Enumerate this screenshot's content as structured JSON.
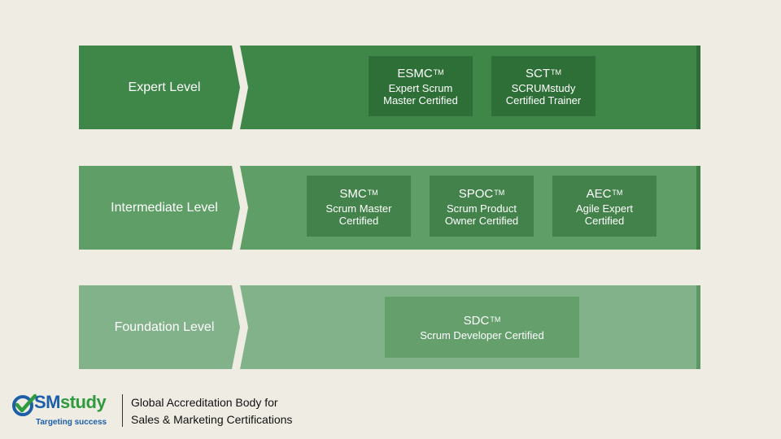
{
  "colors": {
    "background": "#efece3",
    "expert": "#3f8748",
    "intermediate": "#5f9e66",
    "foundation": "#82b28a"
  },
  "levels": [
    {
      "label": "Expert Level",
      "certifications": [
        {
          "code": "ESMC",
          "tm": "TM",
          "desc1": "Expert Scrum",
          "desc2": "Master Certified"
        },
        {
          "code": "SCT",
          "tm": "TM",
          "desc1": "SCRUMstudy",
          "desc2": "Certified Trainer"
        }
      ]
    },
    {
      "label": "Intermediate Level",
      "certifications": [
        {
          "code": "SMC",
          "tm": "TM",
          "desc1": "Scrum Master",
          "desc2": "Certified"
        },
        {
          "code": "SPOC",
          "tm": "TM",
          "desc1": "Scrum Product",
          "desc2": "Owner Certified"
        },
        {
          "code": "AEC",
          "tm": "TM",
          "desc1": "Agile Expert",
          "desc2": "Certified"
        }
      ]
    },
    {
      "label": "Foundation Level",
      "certifications": [
        {
          "code": "SDC",
          "tm": "TM",
          "desc1": "Scrum Developer Certified"
        }
      ]
    }
  ],
  "footer": {
    "logo_sm": "SM",
    "logo_study": "study",
    "tagline": "Targeting success",
    "org_line1": "Global Accreditation Body for",
    "org_line2": "Sales & Marketing Certifications",
    "logo_icon": "checkmark-circle-icon"
  }
}
